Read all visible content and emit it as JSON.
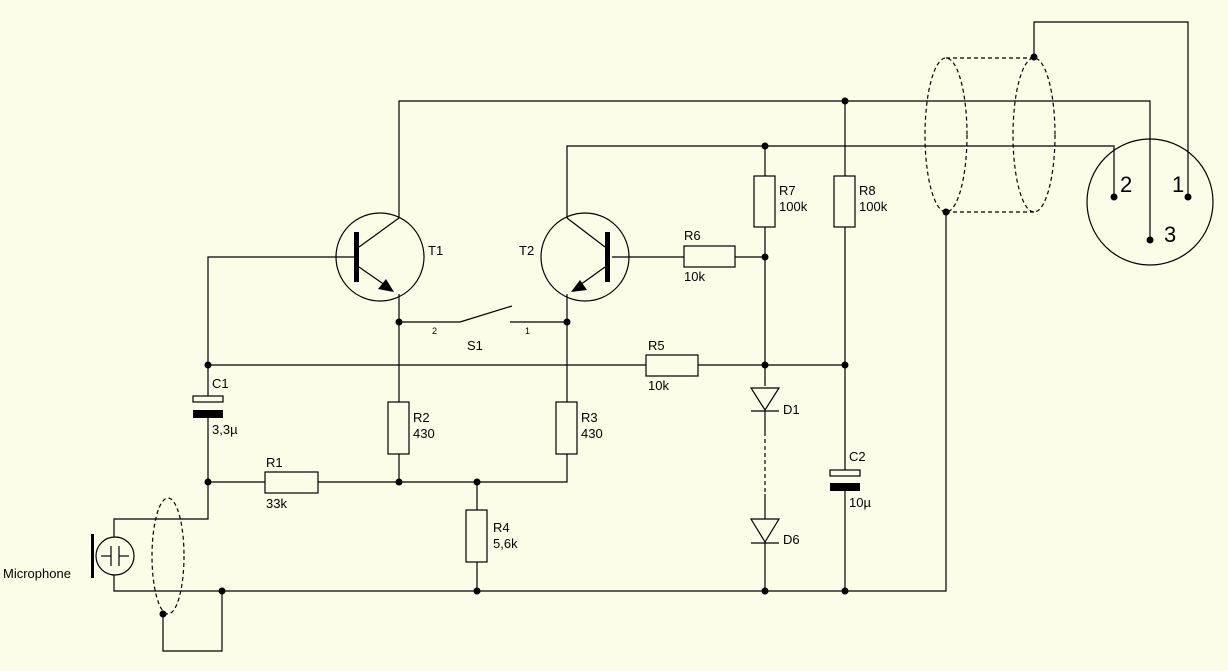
{
  "components": {
    "T1": "T1",
    "T2": "T2",
    "R1": {
      "name": "R1",
      "value": "33k"
    },
    "R2": {
      "name": "R2",
      "value": "430"
    },
    "R3": {
      "name": "R3",
      "value": "430"
    },
    "R4": {
      "name": "R4",
      "value": "5,6k"
    },
    "R5": {
      "name": "R5",
      "value": "10k"
    },
    "R6": {
      "name": "R6",
      "value": "10k"
    },
    "R7": {
      "name": "R7",
      "value": "100k"
    },
    "R8": {
      "name": "R8",
      "value": "100k"
    },
    "C1": {
      "name": "C1",
      "value": "3,3µ"
    },
    "C2": {
      "name": "C2",
      "value": "10µ"
    },
    "D1": "D1",
    "D6": "D6",
    "S1": {
      "name": "S1",
      "pin_left": "2",
      "pin_right": "1"
    },
    "microphone": "Microphone",
    "connector_pins": [
      "1",
      "2",
      "3"
    ]
  }
}
